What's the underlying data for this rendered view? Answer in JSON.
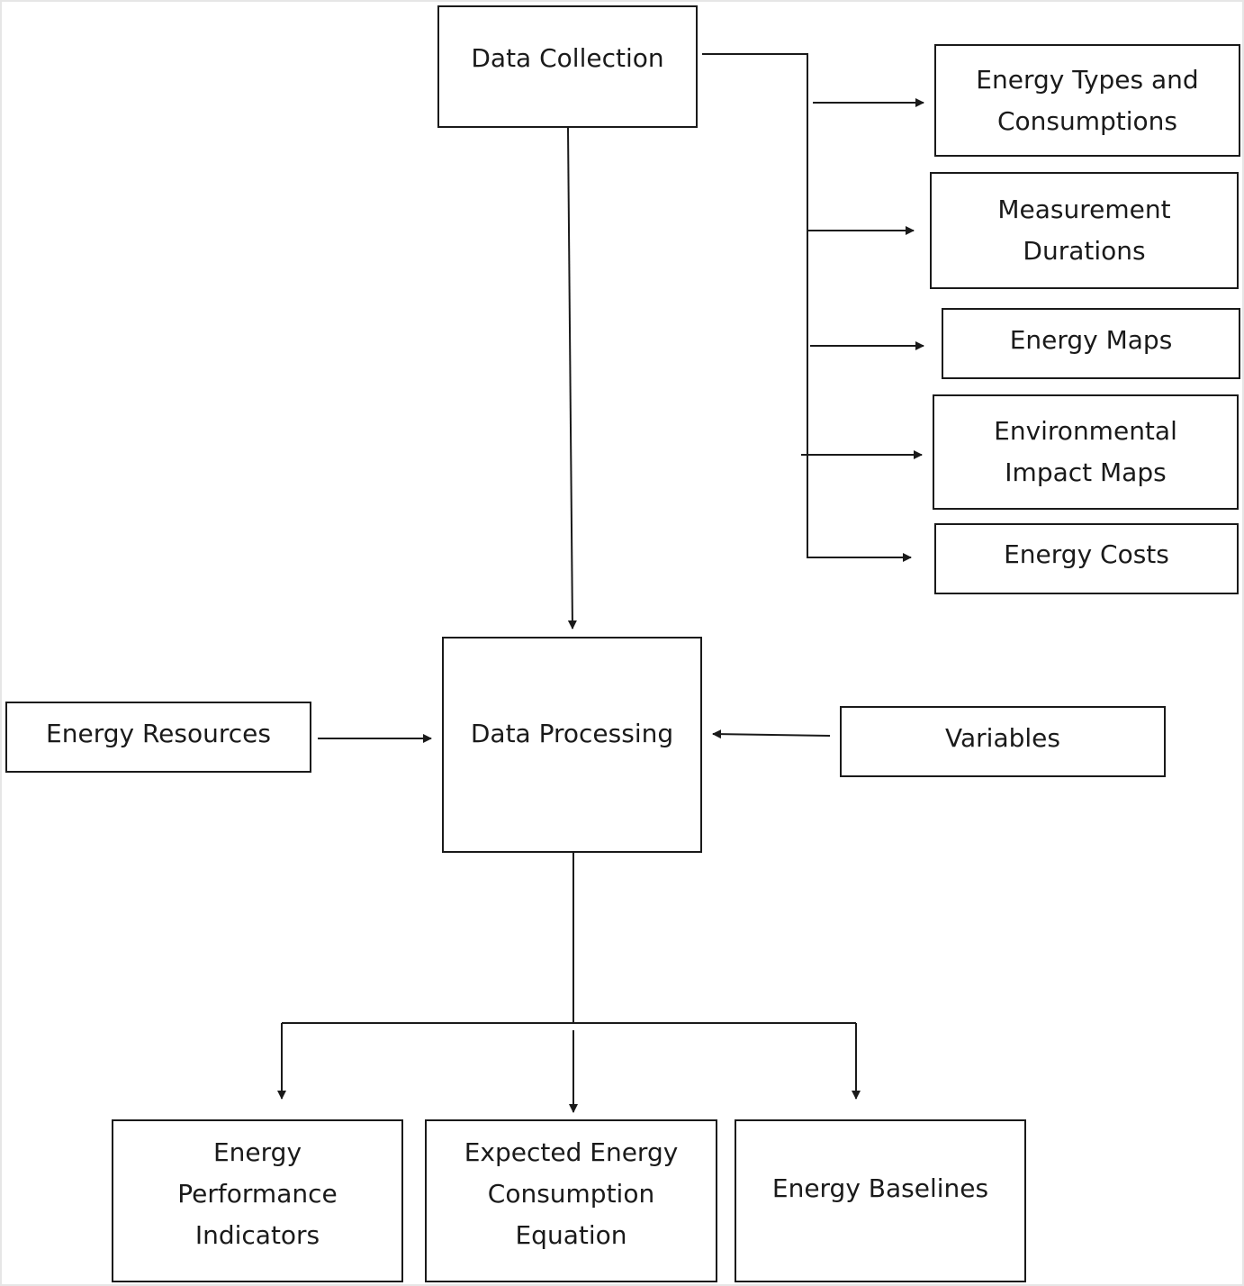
{
  "nodes": {
    "data_collection": "Data Collection",
    "energy_types": "Energy Types and\nConsumptions",
    "measurement_durations": "Measurement\nDurations",
    "energy_maps": "Energy Maps",
    "environmental_impact_maps": "Environmental\nImpact Maps",
    "energy_costs": "Energy Costs",
    "data_processing": "Data Processing",
    "energy_resources": "Energy Resources",
    "variables": "Variables",
    "energy_performance_indicators": "Energy\nPerformance\nIndicators",
    "expected_energy_equation": "Expected Energy\nConsumption\nEquation",
    "energy_baselines": "Energy Baselines"
  },
  "edges": [
    {
      "from": "data_collection",
      "to": "energy_types"
    },
    {
      "from": "data_collection",
      "to": "measurement_durations"
    },
    {
      "from": "data_collection",
      "to": "energy_maps"
    },
    {
      "from": "data_collection",
      "to": "environmental_impact_maps"
    },
    {
      "from": "data_collection",
      "to": "energy_costs"
    },
    {
      "from": "data_collection",
      "to": "data_processing"
    },
    {
      "from": "energy_resources",
      "to": "data_processing"
    },
    {
      "from": "variables",
      "to": "data_processing"
    },
    {
      "from": "data_processing",
      "to": "energy_performance_indicators"
    },
    {
      "from": "data_processing",
      "to": "expected_energy_equation"
    },
    {
      "from": "data_processing",
      "to": "energy_baselines"
    }
  ],
  "colors": {
    "stroke": "#1a1a1a",
    "background": "#ffffff"
  }
}
